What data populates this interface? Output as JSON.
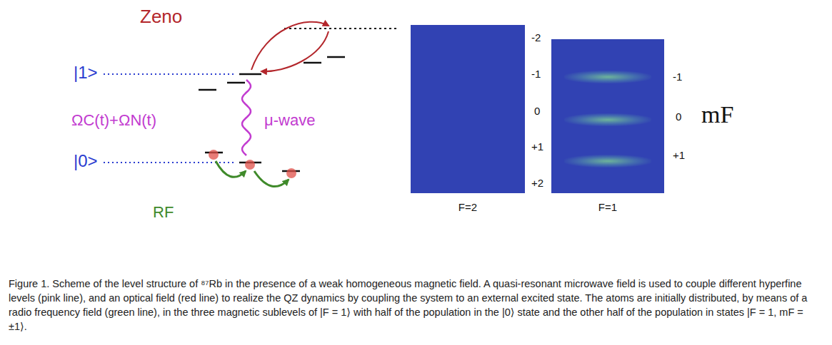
{
  "diagram": {
    "caption": "Figure 1. Scheme of the level structure of ⁸⁷Rb in the presence of a weak homogeneous magnetic field. A quasi-resonant microwave field is used to couple different hyperfine levels (pink line), and an optical field (red line) to realize the QZ dynamics by coupling the system to an external excited state. The atoms are initially distributed, by means of a radio frequency field (green line), in the three magnetic sublevels of |F = 1⟩ with half of the population in the |0⟩ state and the other half of the population in states |F = 1, mF = ±1⟩.",
    "nodes": [
      {
        "text": [
          "F=2"
        ]
      },
      {
        "text": [
          "F=1"
        ]
      }
    ],
    "labels": [
      "Zeno",
      "|1>",
      "|0>",
      "ΩC(t)+ΩN(t)",
      "μ-wave",
      "RF",
      "-2",
      "-1",
      "0",
      "+1",
      "+2",
      "-1",
      "0",
      "+1",
      "mF"
    ]
  }
}
